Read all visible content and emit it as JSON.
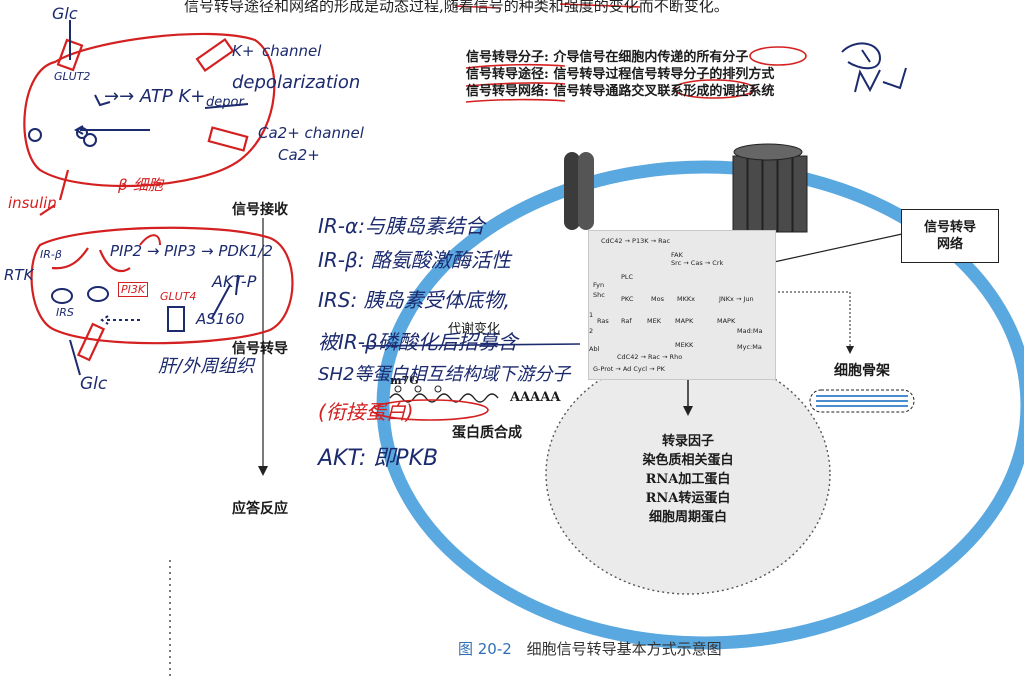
{
  "header": {
    "top_sentence": "信号转导途径和网络的形成是动态过程,随着信号的种类和强度的变化而不断变化。"
  },
  "definitions": [
    {
      "term": "信号转导分子",
      "text": ": 介导信号在细胞内传递的所有分子"
    },
    {
      "term": "信号转导途径",
      "text": ": 信号转导过程信号转导分子的排列方式"
    },
    {
      "term": "信号转导网络",
      "text": ": 信号转导通路交叉联系形成的调控系统"
    }
  ],
  "flow": {
    "receive": "信号接收",
    "transduce": "信号转导",
    "metabolism": "代谢变化",
    "m7g": "m7G",
    "polya": "AAAAA",
    "protein_synthesis": "蛋白质合成",
    "response": "应答反应"
  },
  "network_box": {
    "line1": "信号转导",
    "line2": "网络"
  },
  "cytoskeleton": "细胞骨架",
  "nucleus": [
    "转录因子",
    "染色质相关蛋白",
    "RNA加工蛋白",
    "RNA转运蛋白",
    "细胞周期蛋白"
  ],
  "pathway_labels": {
    "cdc42_top": "CdC42 → P13K → Rac",
    "fak": "FAK",
    "src": "Src → Cas → Crk",
    "fyn": "Fyn",
    "shc": "Shc",
    "plc": "PLC",
    "pkc": "PKC",
    "mos": "Mos",
    "mkkx": "MKKx",
    "jnkx": "JNKx → Jun",
    "ras": "Ras",
    "raf": "Raf",
    "mek": "MEK",
    "mapk": "MAPK",
    "mapk2": "MAPK",
    "mad": "Mad:Ma",
    "abl": "Abl",
    "mekk": "MEKK",
    "myc": "Myc:Ma",
    "cdc42_bottom": "CdC42 → Rac → Rho",
    "gprot": "G-Prot → Ad Cycl → PK",
    "n1": "1",
    "n2": "2"
  },
  "caption": {
    "figure_no": "图 20-2",
    "title": "细胞信号转导基本方式示意图"
  },
  "handwriting": {
    "glc_top": "Glc",
    "glut2": "GLUT2",
    "atp": "→→ ATP K+",
    "k_plus": "K+",
    "k_channel": "channel",
    "depolarization": "depolarization",
    "depol_struck": "depor",
    "ca_channel": "Ca2+ channel",
    "ca2": "Ca2+",
    "beta_cell": "β-细胞",
    "insulin": "insulin",
    "rtk": "RTK",
    "ir_label": "IR-β",
    "irs": "IRS",
    "pip_chain": "PIP2 → PIP3 → PDK1/2",
    "pi3k": "PI3K",
    "akt": "AKT-P",
    "glut4": "GLUT4",
    "as160": "AS160",
    "glc_bottom": "Glc",
    "liver_muscle": "肝/外周组织",
    "ir_alpha": "IR-α:与胰岛素结合",
    "ir_beta": "IR-β: 酪氨酸激酶活性",
    "irs_line1": "IRS: 胰岛素受体底物,",
    "irs_line2": "被IR-β磷酸化后招募含",
    "irs_line3": "SH2等蛋白相互结构域下游分子",
    "bridge": "(衔接蛋白)",
    "akt_pkb": "AKT: 即PKB"
  },
  "colors": {
    "handwriting_blue": "#1c2a6e",
    "handwriting_red": "#d42020",
    "cell_blue": "#5aa8e0",
    "caption_blue": "#2f6fb5"
  }
}
